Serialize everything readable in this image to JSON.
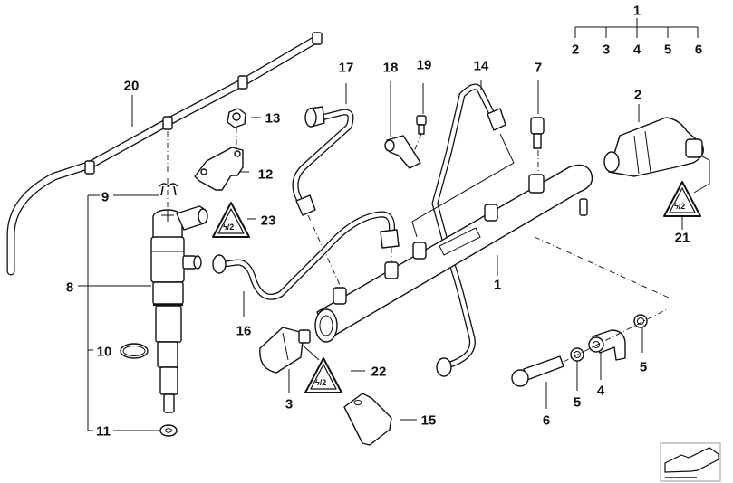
{
  "diagram": {
    "title": "Fuel injection high-pressure system exploded parts diagram",
    "legend_tree": {
      "parent": "1",
      "children": [
        "2",
        "3",
        "4",
        "5",
        "6"
      ]
    },
    "callouts": [
      {
        "id": "c1-top",
        "text": "1",
        "part": "high-pressure rail (group)"
      },
      {
        "id": "c2-top",
        "text": "2"
      },
      {
        "id": "c3-top",
        "text": "3"
      },
      {
        "id": "c4-top",
        "text": "4"
      },
      {
        "id": "c5-top",
        "text": "5"
      },
      {
        "id": "c6-top",
        "text": "6"
      },
      {
        "id": "c20",
        "text": "20",
        "part": "fuel leak-off hose line"
      },
      {
        "id": "c17",
        "text": "17",
        "part": "injection line"
      },
      {
        "id": "c18",
        "text": "18",
        "part": "holder clamp"
      },
      {
        "id": "c19",
        "text": "19",
        "part": "bolt"
      },
      {
        "id": "c14",
        "text": "14",
        "part": "injection line"
      },
      {
        "id": "c7",
        "text": "7",
        "part": "hex socket screw"
      },
      {
        "id": "c2",
        "text": "2",
        "part": "pressure regulating valve"
      },
      {
        "id": "c13",
        "text": "13",
        "part": "nut"
      },
      {
        "id": "c12",
        "text": "12",
        "part": "injector clamping bracket"
      },
      {
        "id": "c9",
        "text": "9",
        "part": "retaining clip"
      },
      {
        "id": "c23",
        "text": "23",
        "part": "warning label"
      },
      {
        "id": "c8",
        "text": "8",
        "part": "injector"
      },
      {
        "id": "c16",
        "text": "16",
        "part": "injection line"
      },
      {
        "id": "c1",
        "text": "1",
        "part": "high-pressure rail"
      },
      {
        "id": "c21",
        "text": "21",
        "part": "warning label"
      },
      {
        "id": "c10",
        "text": "10",
        "part": "O-ring"
      },
      {
        "id": "c22",
        "text": "22",
        "part": "warning label"
      },
      {
        "id": "c3",
        "text": "3",
        "part": "rail pressure sensor"
      },
      {
        "id": "c5a",
        "text": "5",
        "part": "sealing ring"
      },
      {
        "id": "c4",
        "text": "4",
        "part": "return line connector"
      },
      {
        "id": "c5b",
        "text": "5",
        "part": "sealing ring"
      },
      {
        "id": "c6",
        "text": "6",
        "part": "hollow bolt"
      },
      {
        "id": "c11",
        "text": "11",
        "part": "sealing washer"
      },
      {
        "id": "c15",
        "text": "15",
        "part": "protective cap"
      }
    ],
    "warning_symbol_text": "⚡⁄2",
    "nav_icon": "forward-arrow-icon"
  }
}
